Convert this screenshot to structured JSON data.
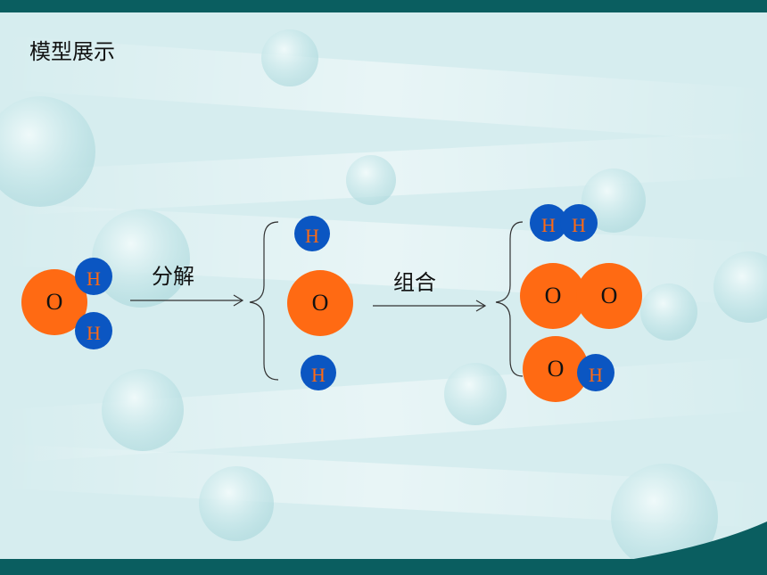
{
  "slide": {
    "title": "模型展示",
    "colors": {
      "background": "#d8eef0",
      "bar": "#0a5e60",
      "oxygen": "#ff6a13",
      "hydrogen": "#0b56c2",
      "line": "#333333"
    }
  },
  "diagram": {
    "steps": [
      {
        "label": "分解"
      },
      {
        "label": "组合"
      }
    ],
    "molecules": {
      "water": {
        "oxygen": "O",
        "hydrogen_1": "H",
        "hydrogen_2": "H"
      },
      "atoms": {
        "hydrogen_1": "H",
        "oxygen": "O",
        "hydrogen_2": "H"
      },
      "hydrogen_gas": {
        "hydrogen_1": "H",
        "hydrogen_2": "H"
      },
      "oxygen_gas": {
        "oxygen_1": "O",
        "oxygen_2": "O"
      },
      "hydroxyl": {
        "oxygen": "O",
        "hydrogen": "H"
      }
    }
  }
}
